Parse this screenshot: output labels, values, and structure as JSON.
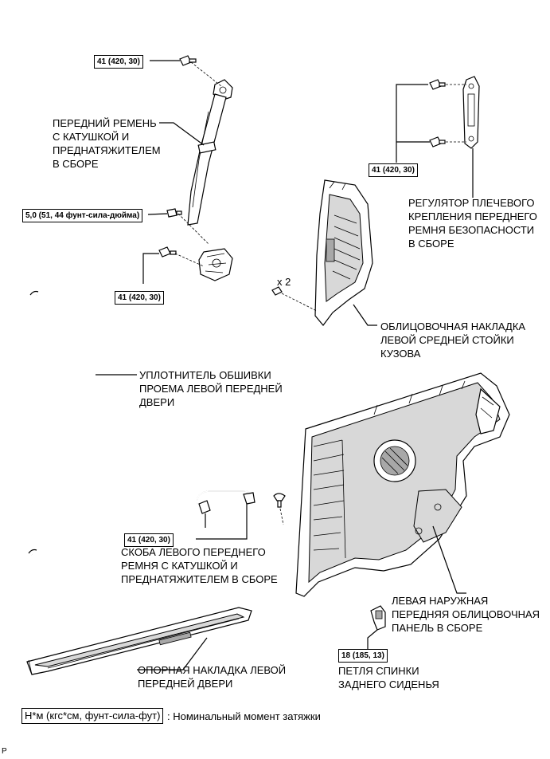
{
  "labels": {
    "front_belt": [
      "ПЕРЕДНИЙ РЕМЕНЬ",
      "С КАТУШКОЙ И",
      "ПРЕДНАТЯЖИТЕЛЕМ",
      "В СБОРЕ"
    ],
    "shoulder_adjuster": [
      "РЕГУЛЯТОР ПЛЕЧЕВОГО",
      "КРЕПЛЕНИЯ ПЕРЕДНЕГО",
      "РЕМНЯ БЕЗОПАСНОСТИ",
      "В СБОРЕ"
    ],
    "pillar_garnish": [
      "ОБЛИЦОВОЧНАЯ НАКЛАДКА",
      "ЛЕВОЙ СРЕДНЕЙ СТОЙКИ",
      "КУЗОВА"
    ],
    "weatherstrip": [
      "УПЛОТНИТЕЛЬ ОБШИВКИ",
      "ПРОЕМА ЛЕВОЙ ПЕРЕДНЕЙ",
      "ДВЕРИ"
    ],
    "belt_anchor": [
      "СКОБА ЛЕВОГО ПЕРЕДНЕГО",
      "РЕМНЯ С КАТУШКОЙ И",
      "ПРЕДНАТЯЖИТЕЛЕМ В СБОРЕ"
    ],
    "quarter_panel": [
      "ЛЕВАЯ НАРУЖНАЯ",
      "ПЕРЕДНЯЯ ОБЛИЦОВОЧНАЯ",
      "ПАНЕЛЬ В СБОРЕ"
    ],
    "scuff_plate": [
      "ОПОРНАЯ НАКЛАДКА ЛЕВОЙ",
      "ПЕРЕДНЕЙ ДВЕРИ"
    ],
    "seatback_hinge": [
      "ПЕТЛЯ СПИНКИ",
      "ЗАДНЕГО СИДЕНЬЯ"
    ],
    "qty": "x 2"
  },
  "torques": {
    "top_bolt": "41 (420, 30)",
    "mid_bolt": "5,0 (51, 44 фунт-сила-дюйма)",
    "lower_bolt": "41 (420, 30)",
    "adjuster_bolts": "41 (420, 30)",
    "anchor_bolt": "41 (420, 30)",
    "hinge_bolt": "18 (185, 13)"
  },
  "legend": {
    "units": "Н*м (кгс*см, фунт-сила-фут)",
    "text": ": Номинальный момент затяжки"
  },
  "corner_mark": "P"
}
